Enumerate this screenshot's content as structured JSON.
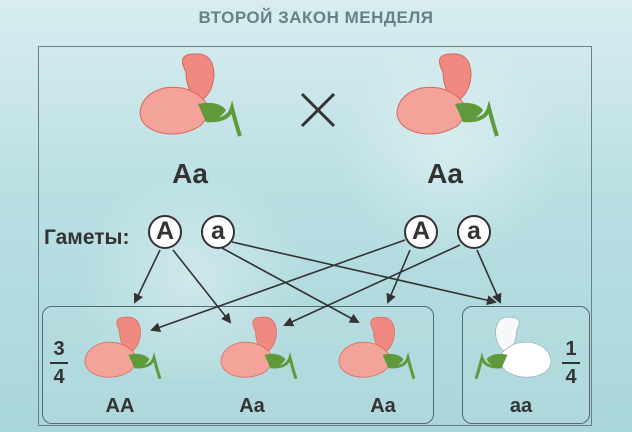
{
  "title": "ВТОРОЙ ЗАКОН МЕНДЕЛЯ",
  "parents": [
    {
      "genotype": "Aa",
      "color": "#f08a80"
    },
    {
      "genotype": "Aa",
      "color": "#f08a80"
    }
  ],
  "gametes_label": "Гаметы:",
  "gametes": [
    "A",
    "a",
    "A",
    "a"
  ],
  "offspring": [
    {
      "genotype": "AA",
      "color": "#f08a80"
    },
    {
      "genotype": "Aa",
      "color": "#f08a80"
    },
    {
      "genotype": "Aa",
      "color": "#f08a80"
    },
    {
      "genotype": "aa",
      "color": "#ffffff"
    }
  ],
  "fractions": {
    "red": {
      "numerator": "3",
      "denominator": "4"
    },
    "white": {
      "numerator": "1",
      "denominator": "4"
    }
  },
  "colors": {
    "red_petal": "#f08a80",
    "white_petal": "#f7f8fa",
    "leaf": "#5e9a3a",
    "line": "#333333"
  }
}
